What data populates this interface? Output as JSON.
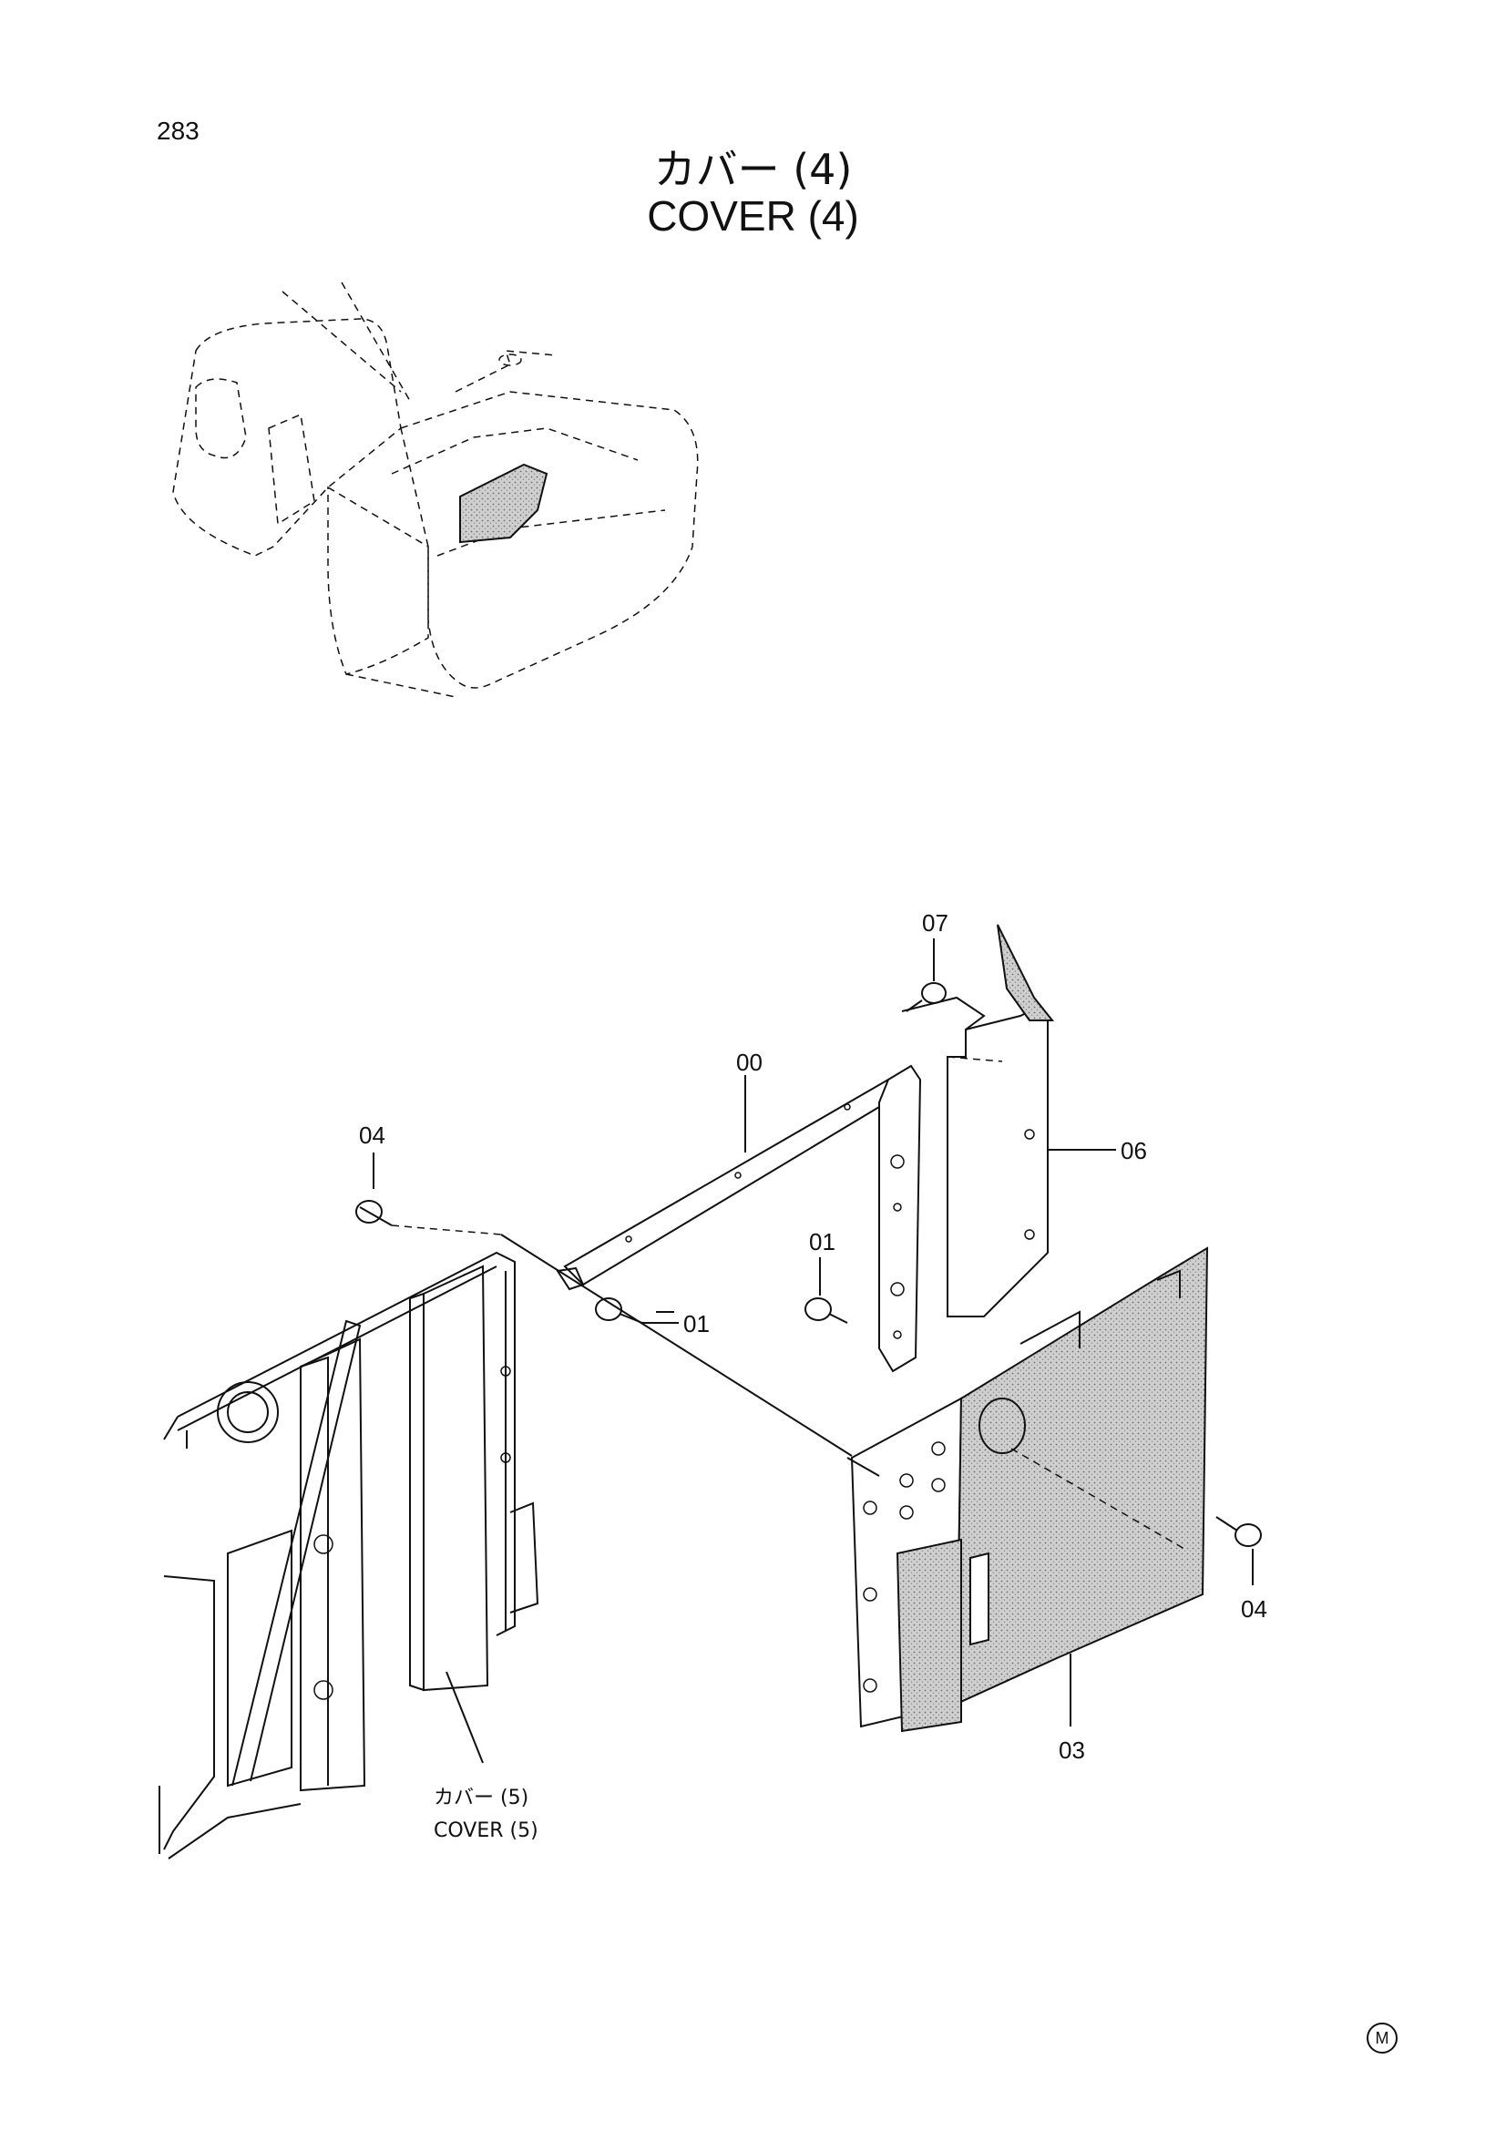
{
  "page_number": "283",
  "title": {
    "japanese": "カバー (4)",
    "english": "COVER (4)"
  },
  "callouts": {
    "part_00": "00",
    "part_01_a": "01",
    "part_01_b": "01",
    "part_03": "03",
    "part_04_a": "04",
    "part_04_b": "04",
    "part_06": "06",
    "part_07": "07"
  },
  "reference": {
    "japanese": "カバー (5)",
    "english": "COVER (5)"
  },
  "corner_mark": "M"
}
